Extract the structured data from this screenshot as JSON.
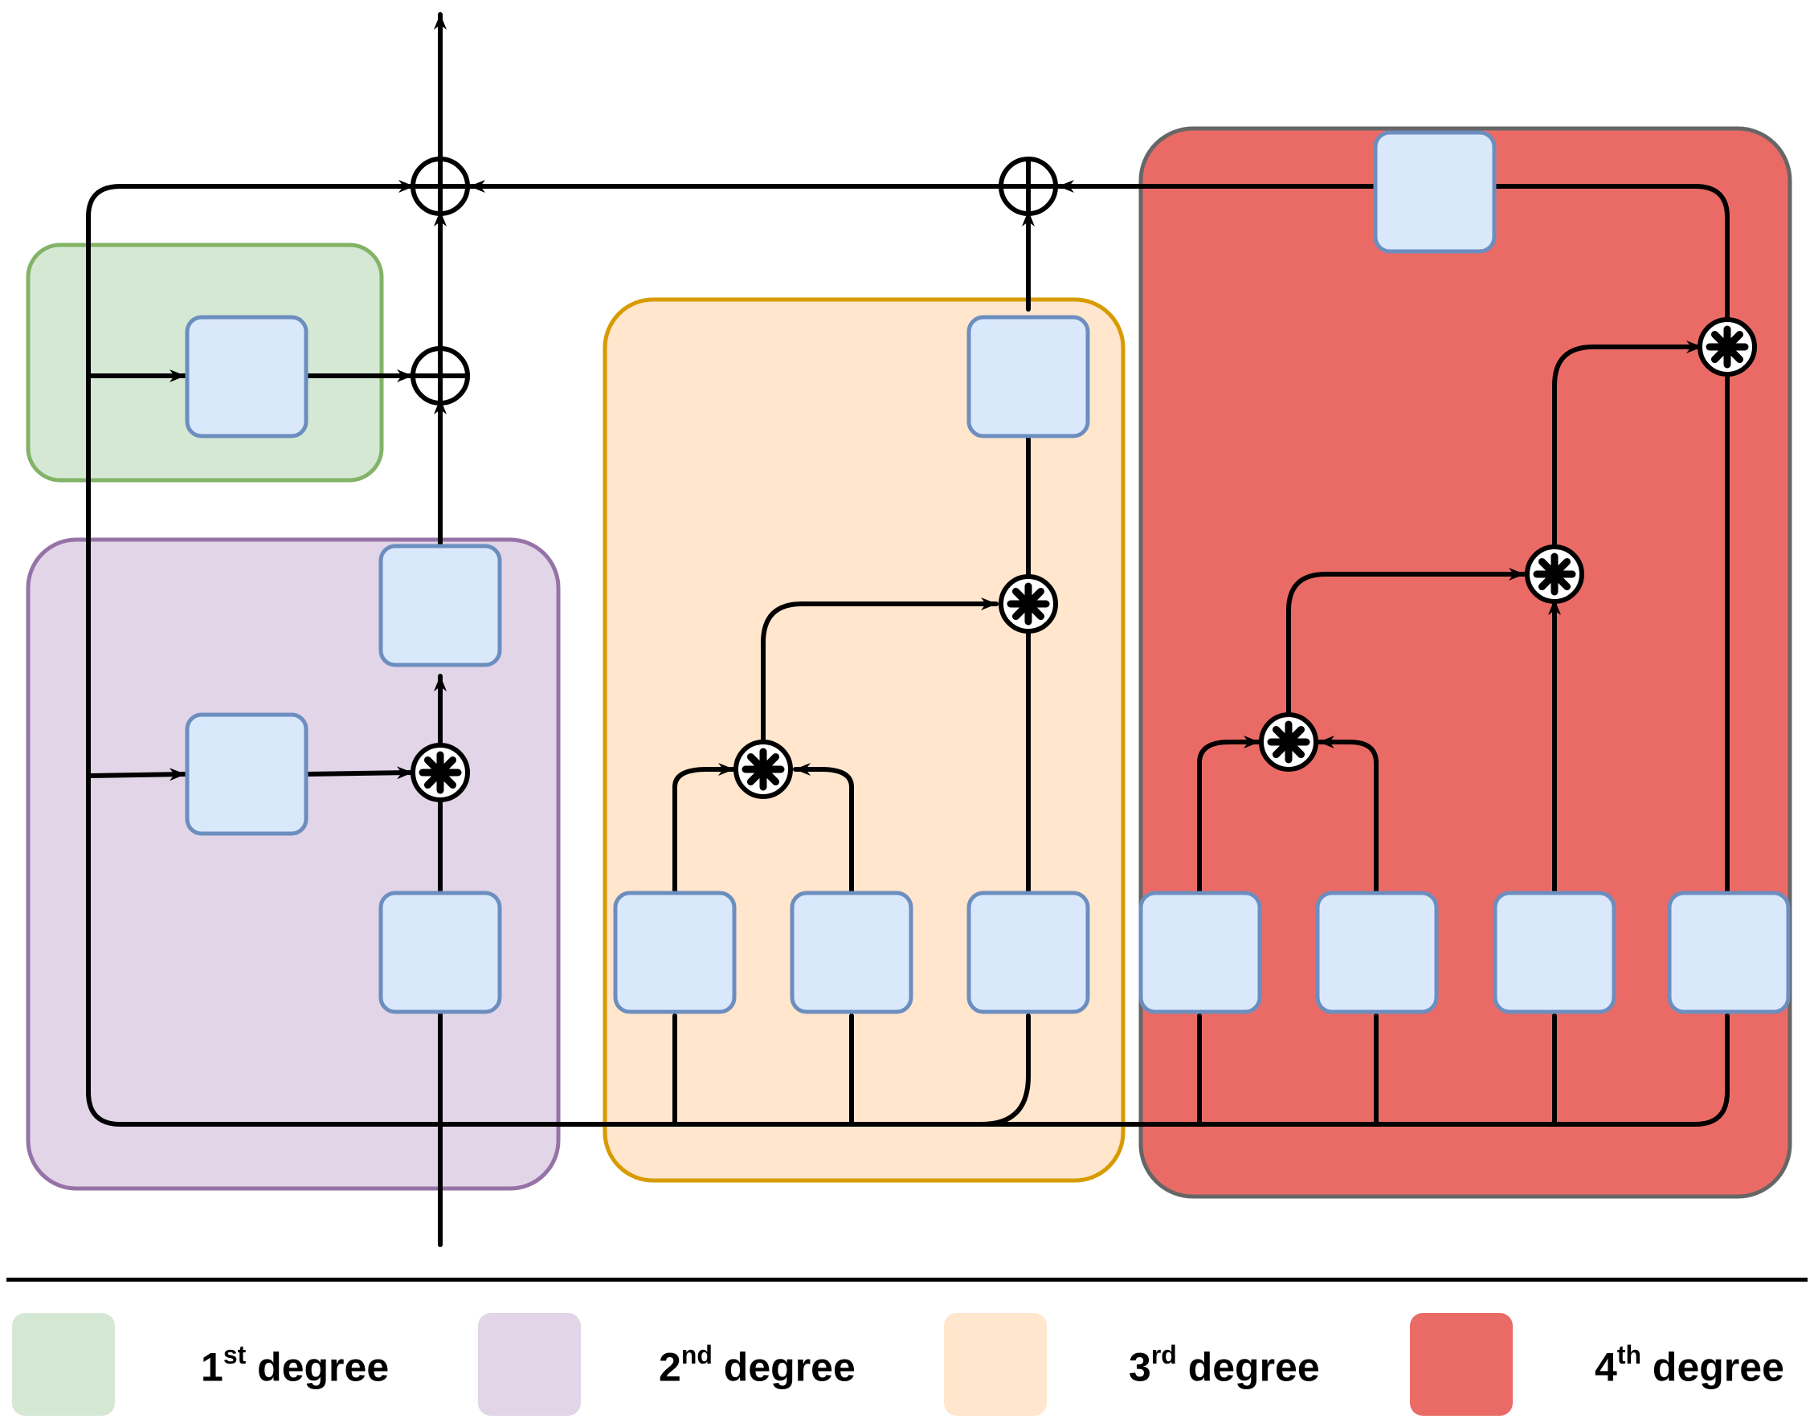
{
  "colors": {
    "first_degree_fill": "#d5e8d4",
    "first_degree_stroke": "#82b366",
    "second_degree_fill": "#e1d5e7",
    "second_degree_stroke": "#9673a6",
    "third_degree_fill": "#ffe6cc",
    "third_degree_stroke": "#d79b00",
    "fourth_degree_fill": "#ea6b66",
    "fourth_degree_stroke": "#666666",
    "block_fill": "#dae8fc",
    "block_stroke": "#6c8ebf",
    "edge": "#000000"
  },
  "operators": {
    "add": "add-operator (circle plus)",
    "multiply": "hadamard-product-operator (circled asterisk)"
  },
  "legend": [
    {
      "num": "1",
      "sup": "st",
      "text": " degree",
      "color": "#d5e8d4"
    },
    {
      "num": "2",
      "sup": "nd",
      "text": " degree",
      "color": "#e1d5e7"
    },
    {
      "num": "3",
      "sup": "rd",
      "text": " degree",
      "color": "#ffe6cc"
    },
    {
      "num": "4",
      "sup": "th",
      "text": " degree",
      "color": "#ea6b66"
    }
  ]
}
